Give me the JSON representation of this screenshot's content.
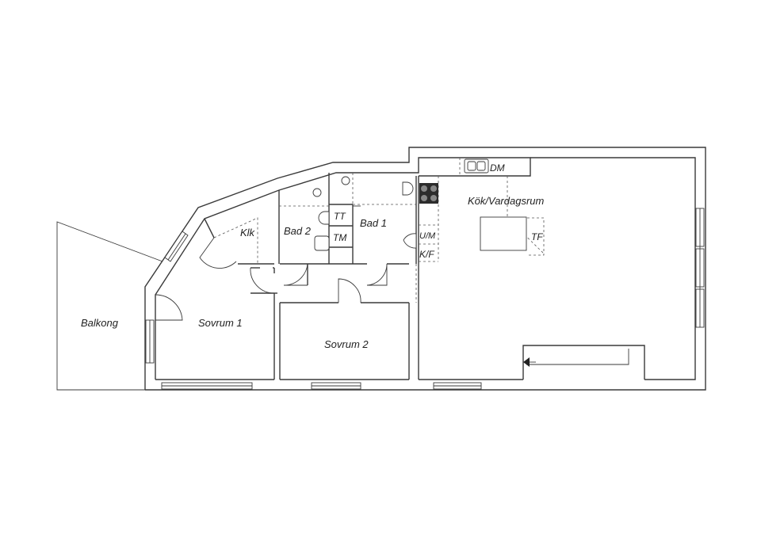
{
  "rooms": {
    "balkong": "Balkong",
    "sovrum1": "Sovrum 1",
    "sovrum2": "Sovrum 2",
    "bad1": "Bad 1",
    "bad2": "Bad 2",
    "klk": "Klk",
    "kok": "Kök/Vardagsrum"
  },
  "fixtures": {
    "tt": "TT",
    "tm": "TM",
    "dm": "DM",
    "um": "U/M",
    "kf": "K/F",
    "tf": "TF"
  }
}
